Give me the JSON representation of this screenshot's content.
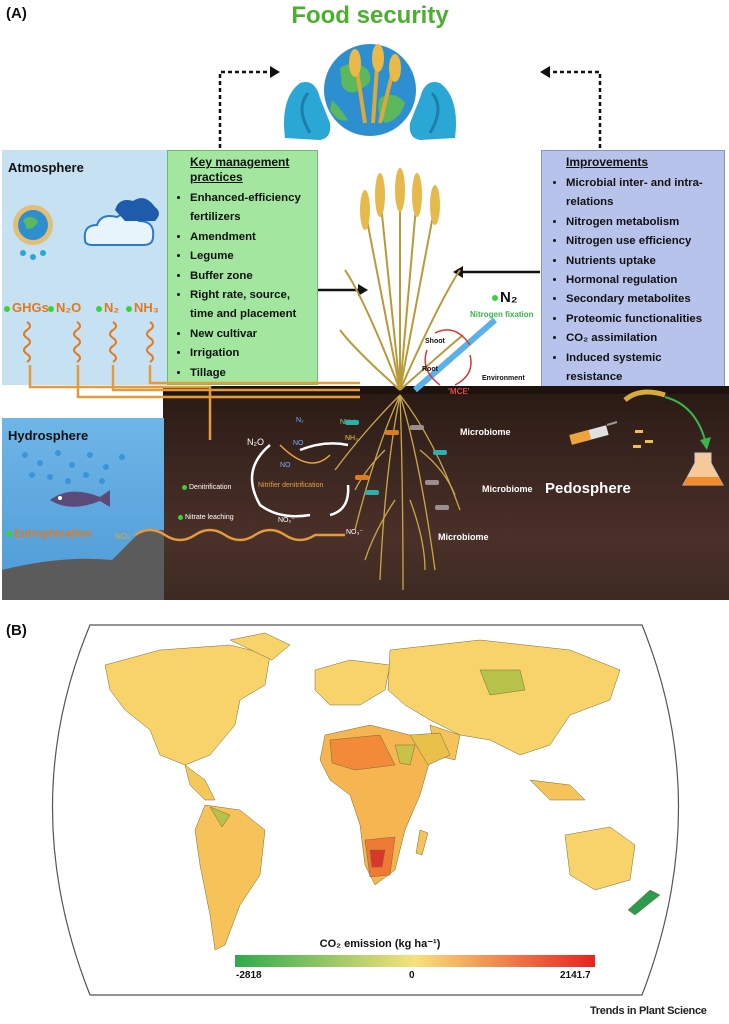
{
  "panel_a": {
    "label": "(A)",
    "title": "Food security",
    "atmosphere": {
      "label": "Atmosphere",
      "gases": [
        "GHGs",
        "N₂O",
        "N₂",
        "NH₃"
      ]
    },
    "management": {
      "title_line1": "Key management",
      "title_line2": "practices",
      "items": [
        "Enhanced-efficiency fertilizers",
        "Amendment",
        "Legume",
        "Buffer zone",
        "Right rate, source, time and placement",
        "New cultivar",
        "Irrigation",
        "Tillage"
      ]
    },
    "improvements": {
      "title": "Improvements",
      "items": [
        "Microbial inter- and intra-relations",
        "Nitrogen metabolism",
        "Nitrogen use efficiency",
        "Nutrients uptake",
        "Hormonal regulation",
        "Secondary metabolites",
        "Proteomic functionalities",
        "CO₂ assimilation",
        "Induced systemic resistance"
      ]
    },
    "nitrogen": {
      "n2": "N₂",
      "fixation": "Nitrogen fixation",
      "shoot": "Shoot",
      "root": "Root",
      "environment": "Environment",
      "mce": "'MCE'"
    },
    "hydrosphere": {
      "label": "Hydrosphere",
      "eutrophication": "Eutrophication",
      "no3": "NO₃⁻"
    },
    "soil": {
      "pedosphere": "Pedosphere",
      "microbiome": "Microbiome",
      "denitrification": "Denitrification",
      "nitrifier_denitrification": "Nitrifier denitrification",
      "nitrate_leaching": "Nitrate leaching",
      "n2o": "N₂O",
      "no": "NO",
      "no2": "NO₂⁻",
      "no3": "NO₃⁻",
      "n2": "N₂",
      "nh3": "NH₃",
      "nh4": "NH₄⁺"
    }
  },
  "panel_b": {
    "label": "(B)",
    "legend": {
      "title": "CO₂ emission (kg ha⁻¹)",
      "min": "-2818",
      "mid": "0",
      "max": "2141.7",
      "colors": [
        "#2eaa4f",
        "#f7e27a",
        "#e8221f"
      ]
    }
  },
  "credit": "Trends in Plant Science"
}
